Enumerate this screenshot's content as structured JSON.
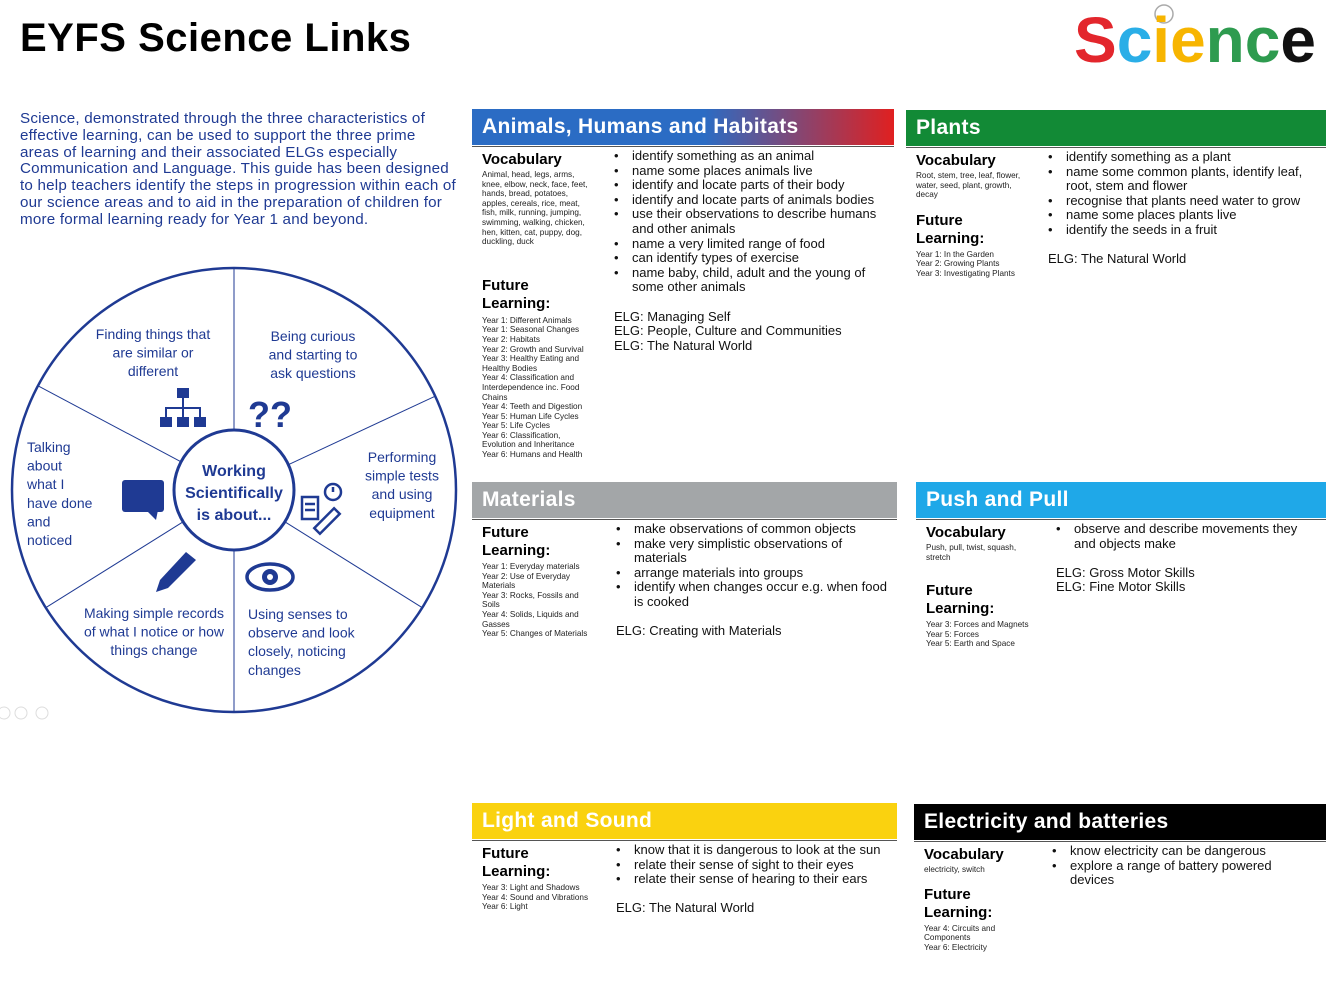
{
  "title": "EYFS Science Links",
  "logo": {
    "letters": [
      "S",
      "c",
      "i",
      "e",
      "n",
      "c",
      "e"
    ],
    "colors": [
      "#e3262c",
      "#2aaee7",
      "#f7b500",
      "#f7b500",
      "#2e9b4f",
      "#2e9b4f",
      "#111111"
    ]
  },
  "intro": "Science, demonstrated through the three characteristics of effective learning, can be used to support the three prime areas of learning and their associated ELGs especially Communication and Language. This guide has been designed to help teachers identify the steps in progression within each of our science areas and to aid in the preparation of children for more formal learning ready for Year 1 and beyond.",
  "wheel": {
    "center": [
      "Working",
      "Scientifically",
      "is about..."
    ],
    "segments": [
      {
        "lines": [
          "Finding things that",
          "are similar or",
          "different"
        ],
        "icon": "hierarchy-icon"
      },
      {
        "lines": [
          "Being curious",
          "and starting to",
          "ask questions"
        ],
        "icon": "question-marks-icon"
      },
      {
        "lines": [
          "Performing",
          "simple tests",
          "and using",
          "equipment"
        ],
        "icon": "equipment-icon"
      },
      {
        "lines": [
          "Using senses to",
          "observe and look",
          "closely, noticing",
          "changes"
        ],
        "icon": "eye-icon"
      },
      {
        "lines": [
          "Making simple records",
          "of what I notice or how",
          "things change"
        ],
        "icon": "pencil-icon"
      },
      {
        "lines": [
          "Talking",
          "about",
          "what I",
          "have done",
          "and",
          "noticed"
        ],
        "icon": "speech-bubble-icon"
      }
    ],
    "color": "#1f3a93"
  },
  "labels": {
    "vocabulary": "Vocabulary",
    "future": [
      "Future",
      "Learning:"
    ]
  },
  "sections": {
    "animals": {
      "title": "Animals, Humans and Habitats",
      "vocabulary": "Animal, head, legs, arms, knee, elbow, neck, face, feet, hands, bread, potatoes, apples, cereals, rice, meat, fish, milk, running, jumping, swimming, walking, chicken, hen, kitten, cat, puppy, dog, duckling, duck",
      "future": [
        "Year 1: Different Animals",
        "Year 1: Seasonal Changes",
        "Year 2: Habitats",
        "Year 2: Growth and Survival",
        "Year 3: Healthy Eating and Healthy Bodies",
        "Year 4: Classification and Interdependence inc. Food Chains",
        "Year 4: Teeth and Digestion",
        "Year 5: Human Life Cycles",
        "Year 5: Life Cycles",
        "Year 6: Classification, Evolution and Inheritance",
        "Year 6: Humans and Health"
      ],
      "bullets": [
        "identify something as an animal",
        "name some places animals live",
        "identify and locate parts of their body",
        "identify and locate parts of animals bodies",
        "use their observations to describe humans and other animals",
        "name a very limited range of food",
        "can identify types of exercise",
        "name baby, child, adult and the young of some other animals"
      ],
      "elgs": [
        "ELG: Managing Self",
        "ELG: People, Culture and Communities",
        "ELG: The Natural World"
      ]
    },
    "plants": {
      "title": "Plants",
      "vocabulary": "Root, stem, tree, leaf, flower, water, seed, plant, growth, decay",
      "future": [
        "Year 1: In the Garden",
        "Year 2: Growing Plants",
        "Year 3: Investigating Plants"
      ],
      "bullets": [
        "identify something as a plant",
        "name some common plants, identify leaf, root, stem and flower",
        "recognise that plants need water to grow",
        "name some places plants live",
        "identify the seeds in a fruit"
      ],
      "elgs": [
        "ELG: The Natural World"
      ]
    },
    "materials": {
      "title": "Materials",
      "future": [
        "Year 1: Everyday materials",
        "Year 2: Use of Everyday Materials",
        "Year 3: Rocks, Fossils and Soils",
        "Year 4: Solids, Liquids and Gasses",
        "Year 5: Changes of Materials"
      ],
      "bullets": [
        "make observations of common objects",
        "make very simplistic observations of materials",
        "arrange materials into groups",
        "identify when changes occur e.g. when food is cooked"
      ],
      "elgs": [
        "ELG: Creating with Materials"
      ]
    },
    "push": {
      "title": "Push and Pull",
      "vocabulary": "Push, pull, twist, squash, stretch",
      "future": [
        "Year 3: Forces and Magnets",
        "Year 5: Forces",
        "Year 5: Earth and Space"
      ],
      "bullets": [
        "observe and describe movements they and objects make"
      ],
      "elgs": [
        "ELG: Gross Motor Skills",
        "ELG: Fine Motor Skills"
      ]
    },
    "light": {
      "title": "Light and Sound",
      "future": [
        "Year 3: Light and Shadows",
        "Year 4: Sound and Vibrations",
        "Year 6: Light"
      ],
      "bullets": [
        "know that it is dangerous to look at the sun",
        "relate their sense of sight to their eyes",
        "relate their sense of hearing to their ears"
      ],
      "elgs": [
        "ELG: The Natural World"
      ]
    },
    "electricity": {
      "title": "Electricity and batteries",
      "vocabulary": "electricity, switch",
      "future": [
        "Year 4: Circuits and Components",
        "Year 6: Electricity"
      ],
      "bullets": [
        "know electricity can be dangerous",
        "explore a range of battery powered devices"
      ],
      "elgs": []
    }
  },
  "colors": {
    "animals_from": "#2b6cc4",
    "animals_to": "#e02020",
    "plants": "#128a36",
    "materials": "#a3a6a8",
    "push": "#1fa8e8",
    "light": "#fad20f",
    "electricity": "#000000"
  }
}
